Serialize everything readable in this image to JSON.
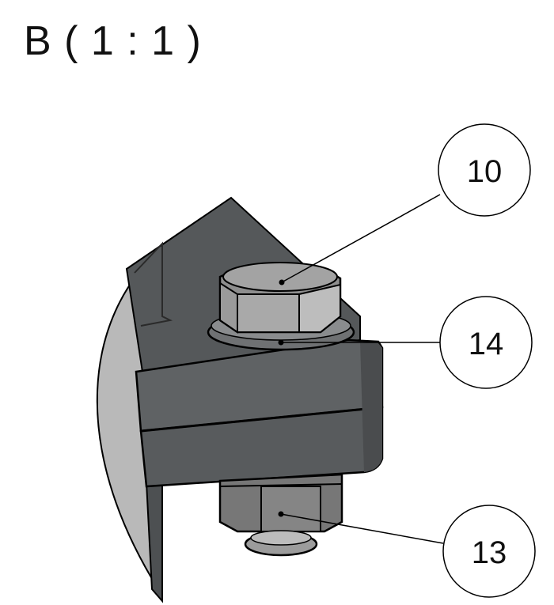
{
  "view": {
    "title": "B ( 1 : 1 )"
  },
  "balloons": [
    {
      "id": "10",
      "label": "10"
    },
    {
      "id": "14",
      "label": "14"
    },
    {
      "id": "13",
      "label": "13"
    }
  ],
  "colors": {
    "plate_dark": "#55585a",
    "plate_mid": "#5f6264",
    "disc_light": "#b9b9b9",
    "bolt_light": "#a9a9a9",
    "bolt_mid": "#8e8e8e",
    "nut_dark": "#777777",
    "outline": "#000000"
  }
}
